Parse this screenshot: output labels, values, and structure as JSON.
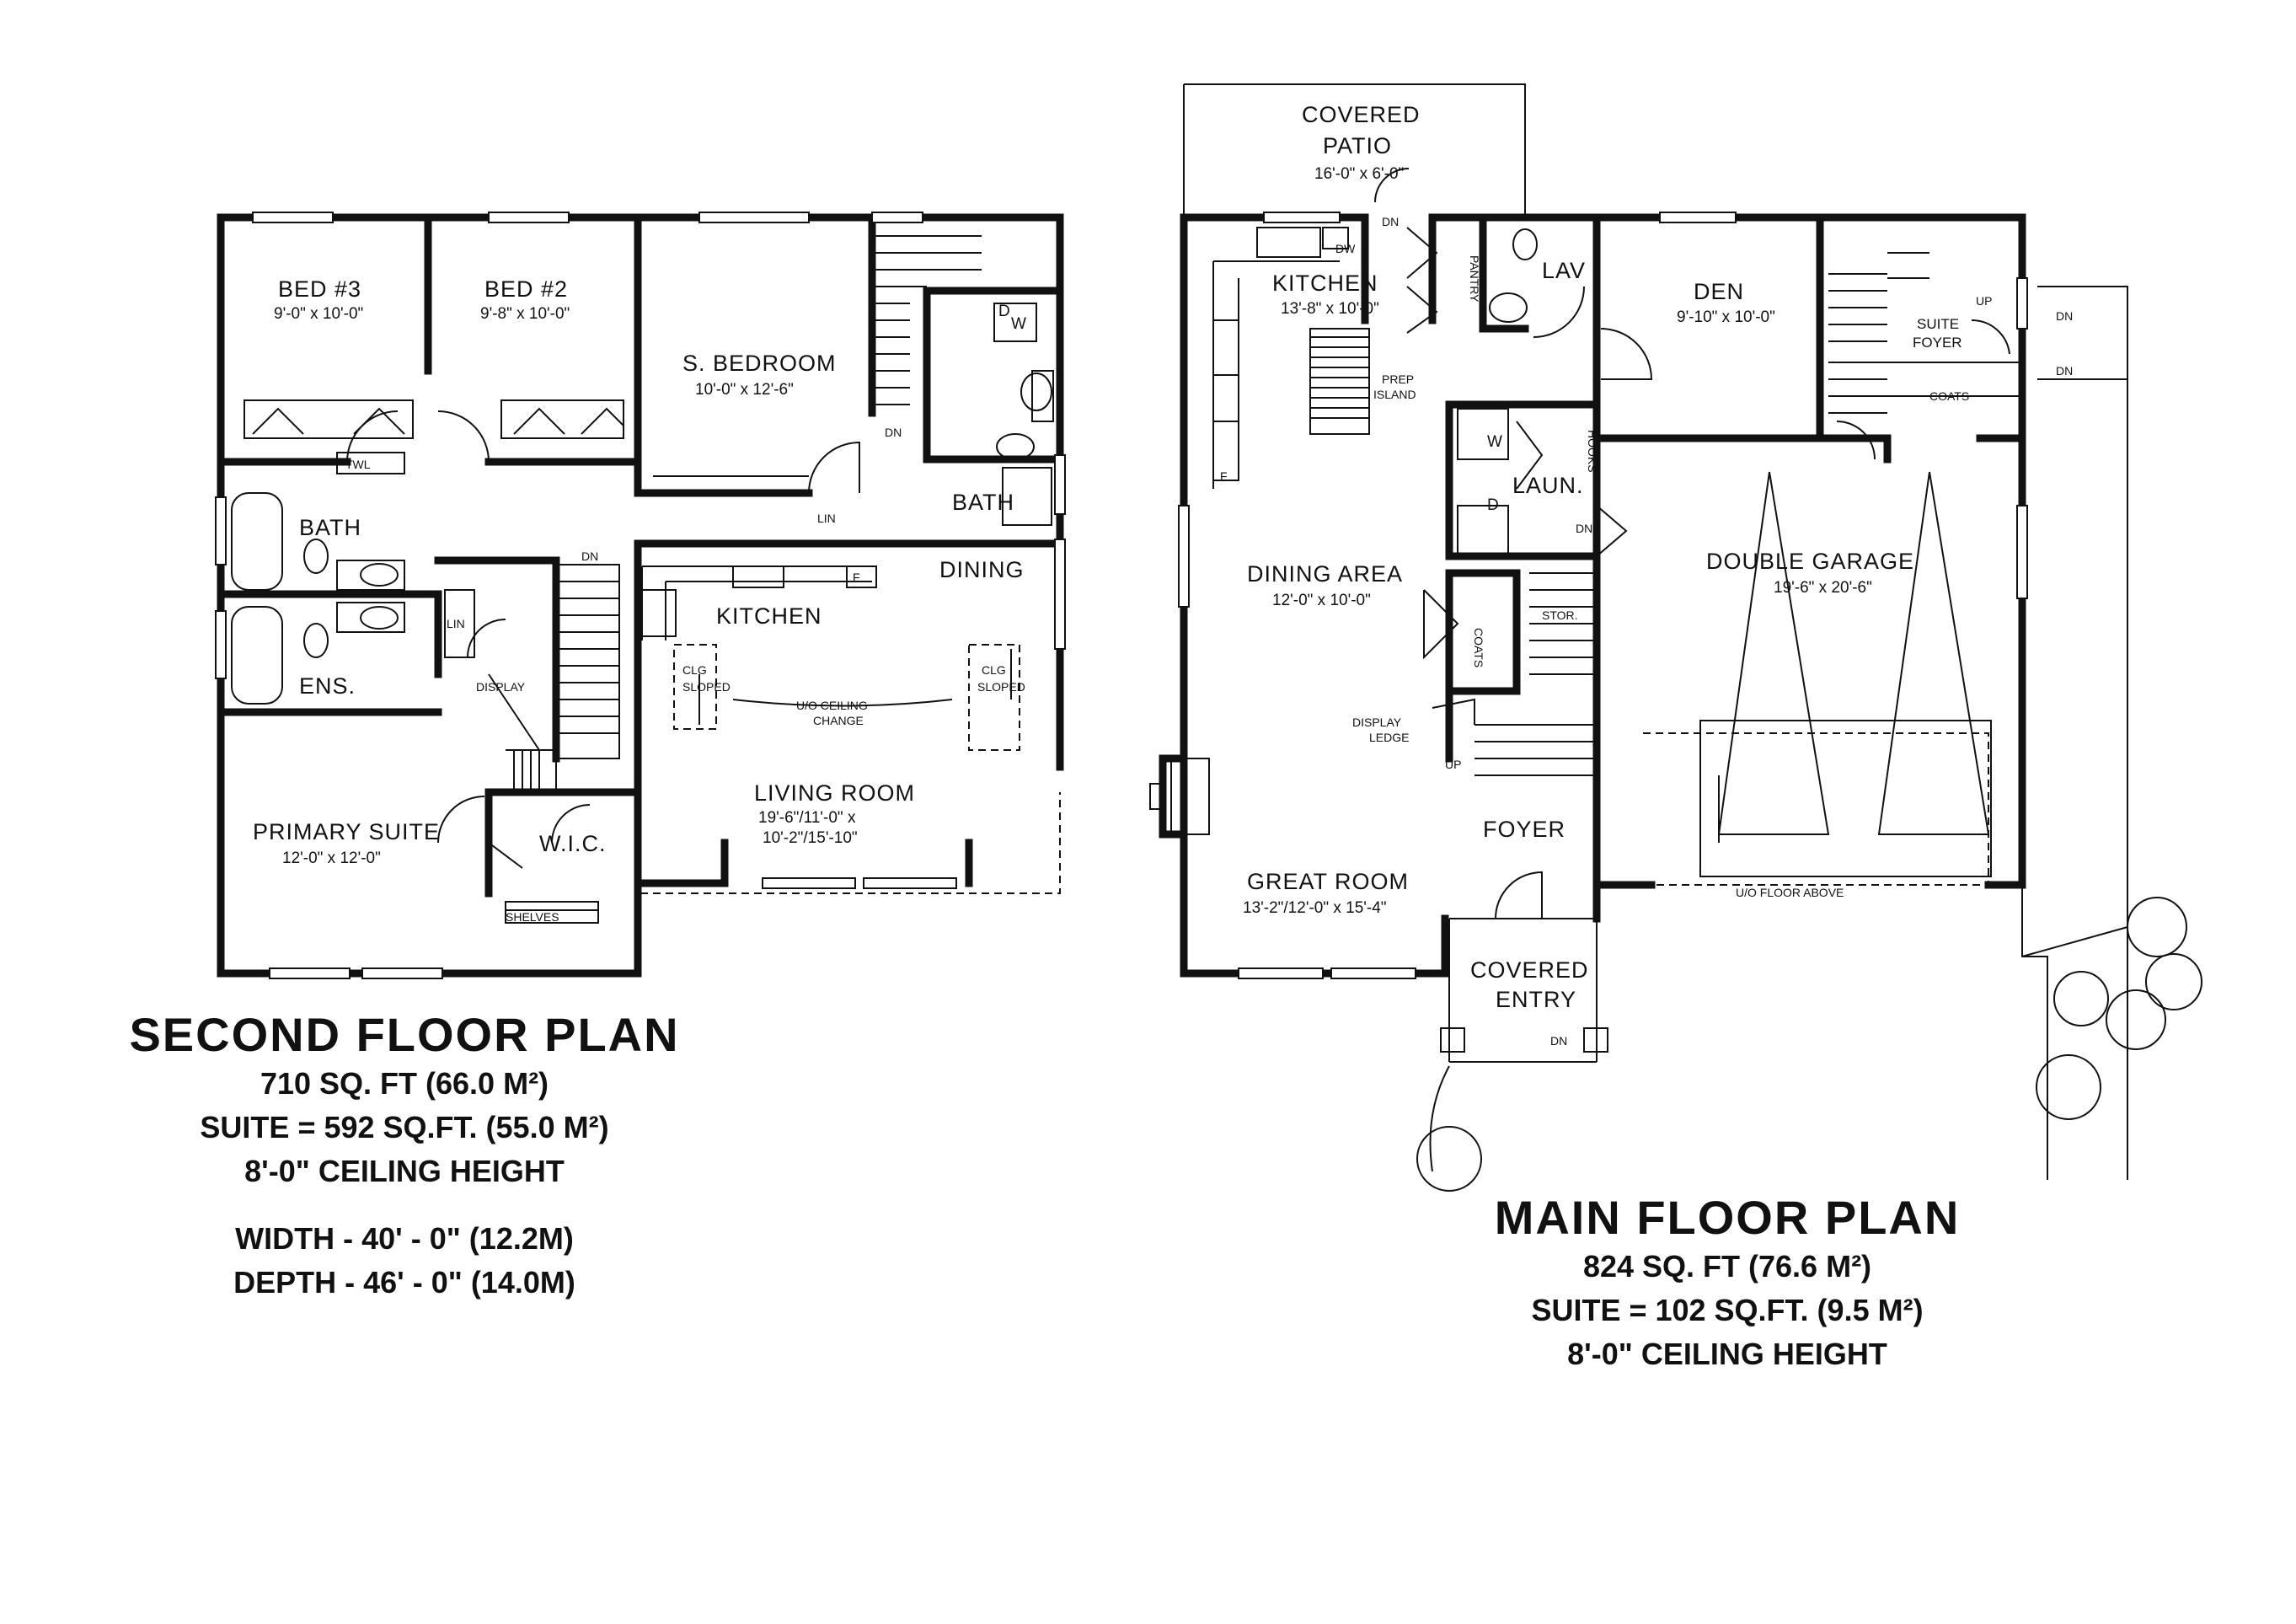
{
  "second_floor": {
    "rooms": {
      "bed3": {
        "name": "BED #3",
        "dim": "9'-0\" x 10'-0\""
      },
      "bed2": {
        "name": "BED #2",
        "dim": "9'-8\" x 10'-0\""
      },
      "s_bedroom": {
        "name": "S. BEDROOM",
        "dim": "10'-0\" x 12'-6\""
      },
      "bath_main": {
        "name": "BATH"
      },
      "bath_suite": {
        "name": "BATH"
      },
      "ens": {
        "name": "ENS."
      },
      "kitchen": {
        "name": "KITCHEN"
      },
      "dining": {
        "name": "DINING"
      },
      "living_room": {
        "name": "LIVING ROOM",
        "dim1": "19'-6\"/11'-0\" x",
        "dim2": "10'-2\"/15'-10\""
      },
      "primary_suite": {
        "name": "PRIMARY SUITE",
        "dim": "12'-0\" x 12'-0\""
      },
      "wic": {
        "name": "W.I.C."
      }
    },
    "labels": {
      "twl": "TWL",
      "lin": "LIN",
      "lin2": "LIN",
      "dn": "DN",
      "dn2": "DN",
      "display": "DISPLAY",
      "shelves": "SHELVES",
      "washer": "W",
      "dryer": "D",
      "fridge": "F",
      "clg_sloped_l1": "CLG",
      "clg_sloped_l2": "SLOPED",
      "clg_sloped_r1": "CLG",
      "clg_sloped_r2": "SLOPED",
      "uo_change1": "U/O CEILING",
      "uo_change2": "CHANGE"
    },
    "title": "SECOND FLOOR PLAN",
    "area": "710 SQ. FT (66.0 M²)",
    "suite": "SUITE = 592 SQ.FT. (55.0 M²)",
    "ceiling": "8'-0\" CEILING HEIGHT",
    "width": "WIDTH - 40' - 0\" (12.2M)",
    "depth": "DEPTH - 46' - 0\" (14.0M)"
  },
  "main_floor": {
    "rooms": {
      "covered_patio": {
        "name1": "COVERED",
        "name2": "PATIO",
        "dim": "16'-0\" x 6'-0\""
      },
      "kitchen": {
        "name": "KITCHEN",
        "dim": "13'-8\" x 10'-0\""
      },
      "den": {
        "name": "DEN",
        "dim": "9'-10\" x 10'-0\""
      },
      "dining_area": {
        "name": "DINING AREA",
        "dim": "12'-0\" x 10'-0\""
      },
      "double_garage": {
        "name": "DOUBLE GARAGE",
        "dim": "19'-6\" x 20'-6\""
      },
      "great_room": {
        "name": "GREAT ROOM",
        "dim": "13'-2\"/12'-0\" x 15'-4\""
      },
      "foyer": {
        "name": "FOYER"
      },
      "covered_entry": {
        "name1": "COVERED",
        "name2": "ENTRY"
      },
      "suite_foyer": {
        "name1": "SUITE",
        "name2": "FOYER"
      },
      "laun": {
        "name": "LAUN."
      },
      "lav": {
        "name": "LAV"
      }
    },
    "labels": {
      "pantry": "PANTRY",
      "prep1": "PREP",
      "prep2": "ISLAND",
      "dw": "DW",
      "hooks": "HOOKS",
      "coats": "COATS",
      "coats2": "COATS",
      "stor": "STOR.",
      "display1": "DISPLAY",
      "display2": "LEDGE",
      "up": "UP",
      "up2": "UP",
      "dn_patio": "DN",
      "dn_entry": "DN",
      "dn_laun": "DN",
      "dn_side1": "DN",
      "dn_side2": "DN",
      "washer": "W",
      "dryer": "D",
      "fridge": "F",
      "uo_floor": "U/O FLOOR ABOVE"
    },
    "title": "MAIN FLOOR PLAN",
    "area": "824 SQ. FT (76.6 M²)",
    "suite": "SUITE = 102 SQ.FT. (9.5 M²)",
    "ceiling": "8'-0\" CEILING HEIGHT"
  }
}
